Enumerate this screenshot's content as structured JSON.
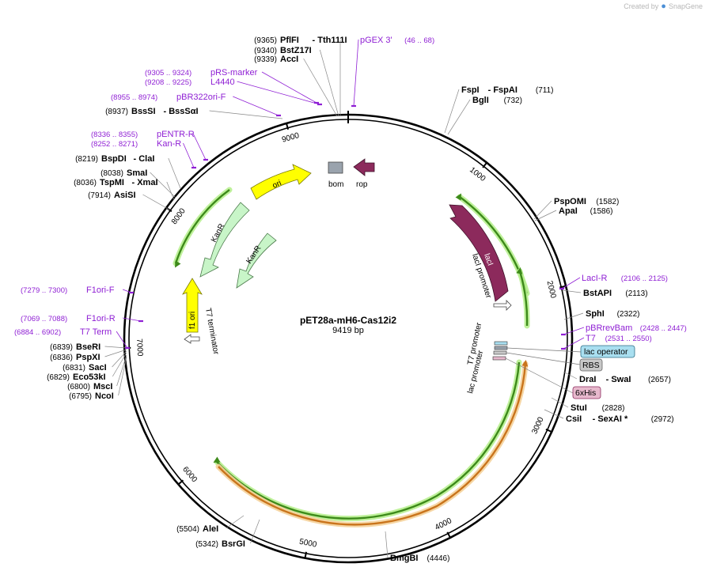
{
  "brand": {
    "created_by": "Created by",
    "app_name": "SnapGene"
  },
  "map": {
    "name": "pET28a-mH6-Cas12i2",
    "length_label": "9419 bp",
    "total_bp": 9419
  },
  "ticks": [
    {
      "bp": 1000,
      "label": "1000"
    },
    {
      "bp": 2000,
      "label": "2000"
    },
    {
      "bp": 3000,
      "label": "3000"
    },
    {
      "bp": 4000,
      "label": "4000"
    },
    {
      "bp": 5000,
      "label": "5000"
    },
    {
      "bp": 6000,
      "label": "6000"
    },
    {
      "bp": 7000,
      "label": "7000"
    },
    {
      "bp": 8000,
      "label": "8000"
    },
    {
      "bp": 9000,
      "label": "9000"
    }
  ],
  "sites": [
    {
      "name": "PflFI",
      "extra": "Tth111I",
      "pos": "(9365)"
    },
    {
      "name": "BstZ17I",
      "pos": "(9340)"
    },
    {
      "name": "AccI",
      "pos": "(9339)"
    },
    {
      "name": "BssSI",
      "extra": "BssSαI",
      "pos": "(8937)"
    },
    {
      "name": "BspDI",
      "extra": "ClaI",
      "pos": "(8219)"
    },
    {
      "name": "SmaI",
      "pos": "(8038)"
    },
    {
      "name": "TspMI",
      "extra": "XmaI",
      "pos": "(8036)"
    },
    {
      "name": "AsiSI",
      "pos": "(7914)"
    },
    {
      "name": "BseRI",
      "pos": "(6839)"
    },
    {
      "name": "PspXI",
      "pos": "(6836)"
    },
    {
      "name": "SacI",
      "pos": "(6831)"
    },
    {
      "name": "Eco53kI",
      "pos": "(6829)"
    },
    {
      "name": "MscI",
      "pos": "(6800)"
    },
    {
      "name": "NcoI",
      "pos": "(6795)"
    },
    {
      "name": "AleI",
      "pos": "(5504)"
    },
    {
      "name": "BsrGI",
      "pos": "(5342)"
    },
    {
      "name": "BmgBI",
      "pos": "(4446)"
    },
    {
      "name": "FspI",
      "extra": "FspAI",
      "pos": "(711)"
    },
    {
      "name": "BglI",
      "pos": "(732)"
    },
    {
      "name": "PspOMI",
      "pos": "(1582)"
    },
    {
      "name": "ApaI",
      "pos": "(1586)"
    },
    {
      "name": "BstAPI",
      "pos": "(2113)"
    },
    {
      "name": "SphI",
      "pos": "(2322)"
    },
    {
      "name": "DraI",
      "extra": "SwaI",
      "pos": "(2657)"
    },
    {
      "name": "StuI",
      "pos": "(2828)"
    },
    {
      "name": "CsiI",
      "extra": "SexAI *",
      "pos": "(2972)"
    }
  ],
  "primers": [
    {
      "name": "pGEX 3'",
      "range": "(46 .. 68)"
    },
    {
      "name": "pRS-marker",
      "range": "(9305 .. 9324)"
    },
    {
      "name": "L4440",
      "range": "(9208 .. 9225)"
    },
    {
      "name": "pBR322ori-F",
      "range": "(8955 .. 8974)"
    },
    {
      "name": "pENTR-R",
      "range": "(8336 .. 8355)"
    },
    {
      "name": "Kan-R",
      "range": "(8252 .. 8271)"
    },
    {
      "name": "F1ori-F",
      "range": "(7279 .. 7300)"
    },
    {
      "name": "F1ori-R",
      "range": "(7069 .. 7088)"
    },
    {
      "name": "T7 Term",
      "range": "(6884 .. 6902)"
    },
    {
      "name": "LacI-R",
      "range": "(2106 .. 2125)"
    },
    {
      "name": "pBRrevBam",
      "range": "(2428 .. 2447)"
    },
    {
      "name": "T7",
      "range": "(2531 .. 2550)"
    }
  ],
  "features": {
    "lacI": "lacI",
    "lacI_promoter": "lacI promoter",
    "T7_promoter": "T7 promoter",
    "lac_promoter": "lac promoter",
    "ori": "ori",
    "KanR_outer": "KanR",
    "KanR_inner": "KanR",
    "f1_ori": "f1 ori",
    "T7_terminator": "T7 terminator",
    "bom": "bom",
    "rop": "rop",
    "lac_operator": "lac operator",
    "RBS": "RBS",
    "his_tag": "6xHis"
  },
  "colors": {
    "lacI": "#8c2a5c",
    "ori": "#ffff00",
    "KanR": "#c8f5c8",
    "f1_ori": "#ffff00",
    "bom": "#9aa3ad",
    "rop": "#8c2a5c",
    "primer": "#8f1fd4",
    "lac_operator": "#a9dff0",
    "RBS": "#c8c8c8",
    "his_tag": "#e7b9cd",
    "orf_green": "#3d8a1a",
    "orf_orange": "#c9741c"
  }
}
